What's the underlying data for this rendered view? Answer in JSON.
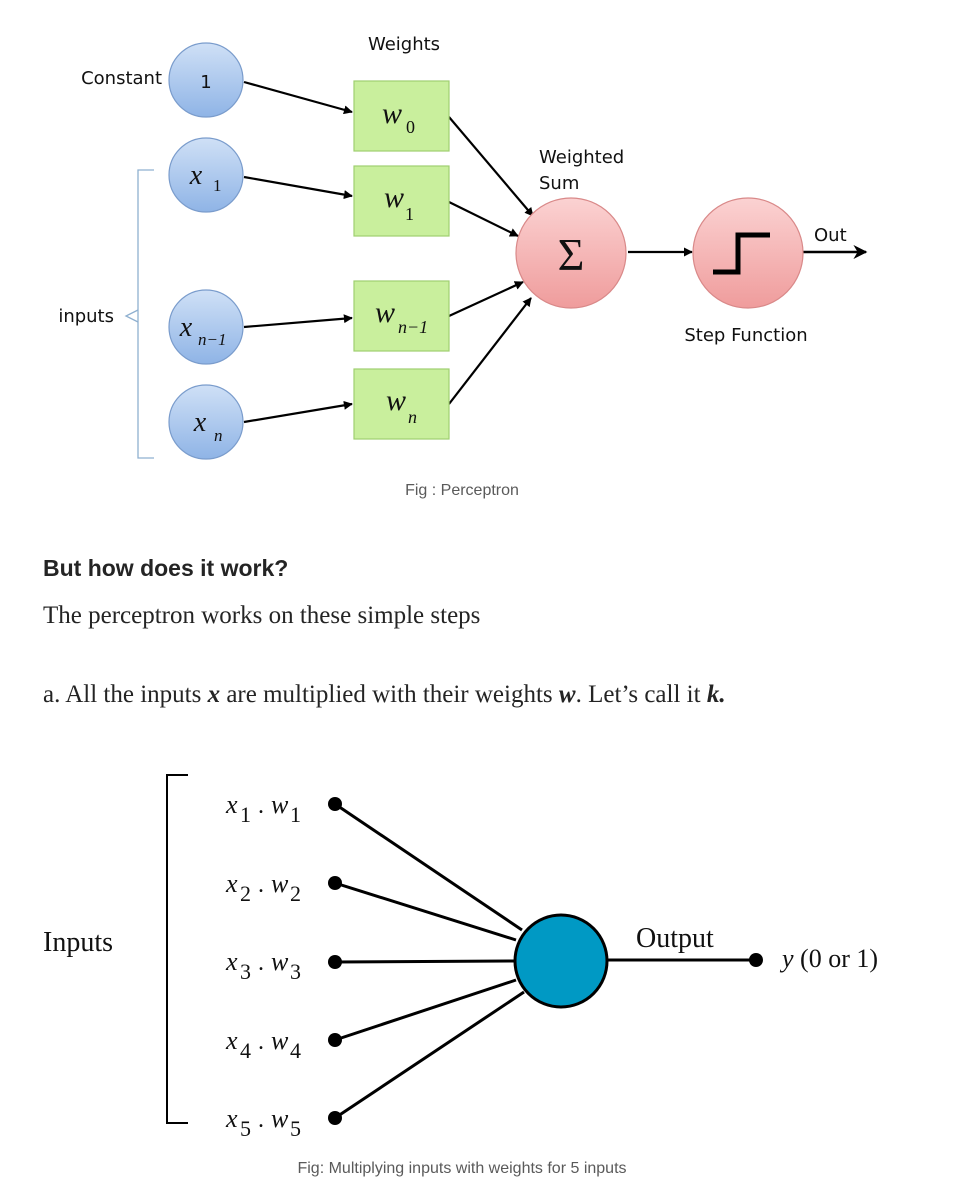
{
  "fig1": {
    "weights_title": "Weights",
    "constant_label": "Constant",
    "constant_value": "1",
    "inputs_label": "inputs",
    "input_nodes": [
      {
        "var": "x",
        "sub": "1"
      },
      {
        "var": "x",
        "sub": "n−1"
      },
      {
        "var": "x",
        "sub": "n"
      }
    ],
    "weight_boxes": [
      {
        "var": "w",
        "sub": "0"
      },
      {
        "var": "w",
        "sub": "1"
      },
      {
        "var": "w",
        "sub": "n−1"
      },
      {
        "var": "w",
        "sub": "n"
      }
    ],
    "weighted_sum_label_line1": "Weighted",
    "weighted_sum_label_line2": "Sum",
    "sum_symbol": "Σ",
    "step_function_label": "Step Function",
    "out_label": "Out",
    "colors": {
      "input_node": "#a9c8ec",
      "weight_box": "#c9ef9d",
      "sum_node": "#f4b3b3",
      "arrow": "#000000"
    }
  },
  "caption1": "Fig : Perceptron",
  "heading": "But how does it work?",
  "para1": "The perceptron works on these simple steps",
  "para2": {
    "prefix": "a. All the inputs ",
    "x": "x",
    "middle": " are multiplied with their weights ",
    "w": "w",
    "suffix": ". Let’s call it ",
    "k": "k."
  },
  "fig2": {
    "inputs_label": "Inputs",
    "terms": [
      {
        "a": "x",
        "as": "1",
        "b": "w",
        "bs": "1"
      },
      {
        "a": "x",
        "as": "2",
        "b": "w",
        "bs": "2"
      },
      {
        "a": "x",
        "as": "3",
        "b": "w",
        "bs": "3"
      },
      {
        "a": "x",
        "as": "4",
        "b": "w",
        "bs": "4"
      },
      {
        "a": "x",
        "as": "5",
        "b": "w",
        "bs": "5"
      }
    ],
    "dot": ".",
    "output_label": "Output",
    "y_var": "y",
    "y_rest": " (0 or 1)",
    "colors": {
      "neuron": "#0099c4"
    }
  },
  "caption2": "Fig: Multiplying inputs with weights for 5 inputs"
}
